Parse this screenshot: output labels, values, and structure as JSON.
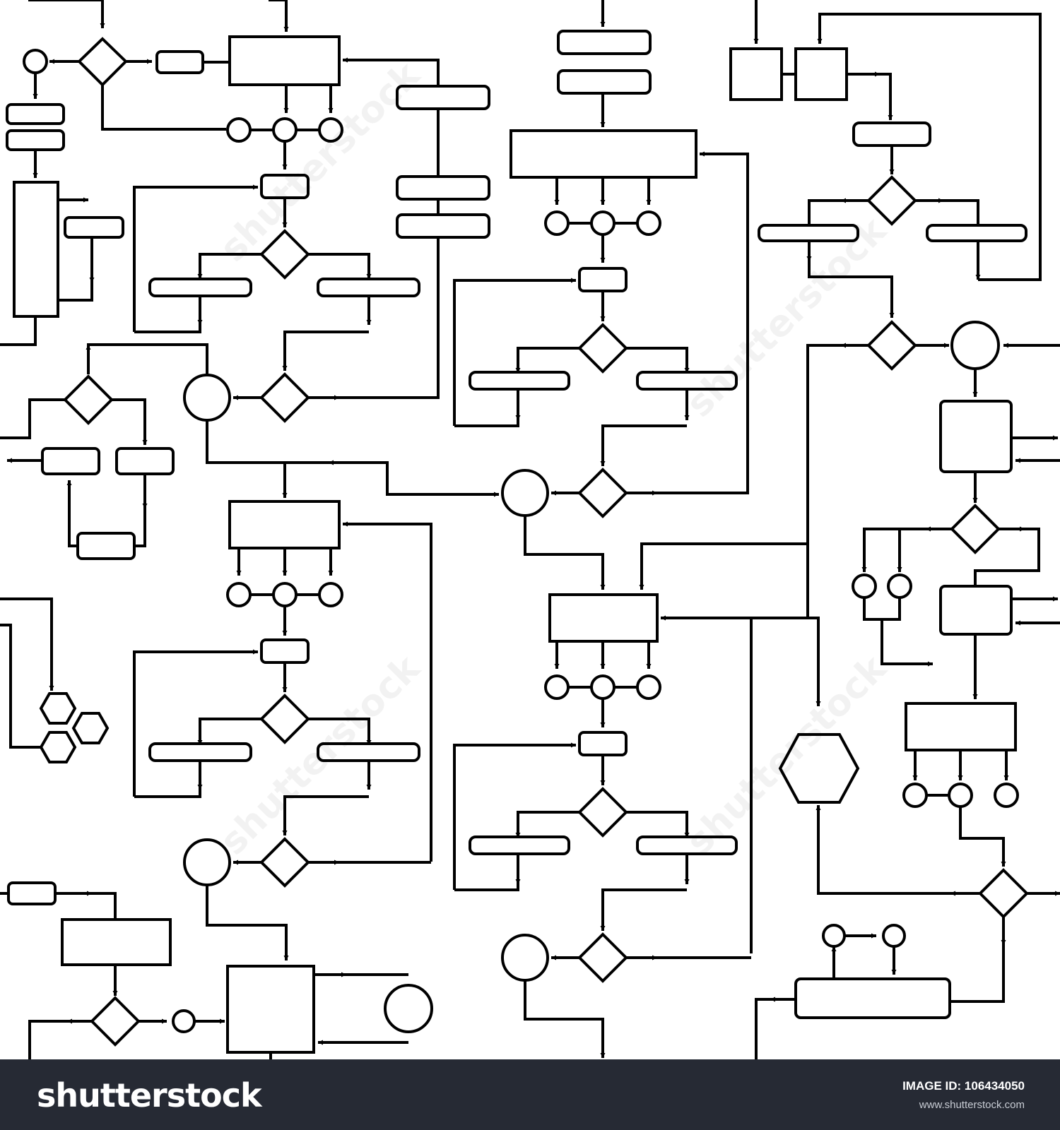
{
  "footer": {
    "brand": "shutterstock",
    "image_id_label": "IMAGE ID: 106434050",
    "site_url": "www.shutterstock.com"
  },
  "watermark": "shutterstock",
  "colors": {
    "stroke": "#000000",
    "background": "#ffffff",
    "footer": "#262a34"
  }
}
